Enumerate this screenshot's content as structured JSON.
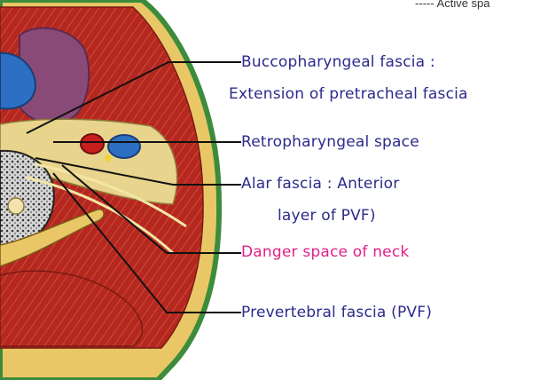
{
  "corner_note": "----- Active spa",
  "labels": {
    "buccopharyngeal_line1": "Buccopharyngeal fascia :",
    "buccopharyngeal_line2": "Extension of pretracheal fascia",
    "retropharyngeal": "Retropharyngeal space",
    "alar_line1": "Alar fascia : Anterior",
    "alar_line2": "layer of PVF)",
    "danger": "Danger space of neck",
    "prevertebral": "Prevertebral fascia (PVF)"
  },
  "colors": {
    "label_text": "#2d2a8c",
    "danger_text": "#e0208a",
    "skin_outline": "#3c8c3c",
    "muscle": "#b22a22",
    "fat": "#e9c766",
    "fascia_space": "#e8d48c",
    "vein": "#2d6fc2",
    "artery": "#c81e1e"
  }
}
